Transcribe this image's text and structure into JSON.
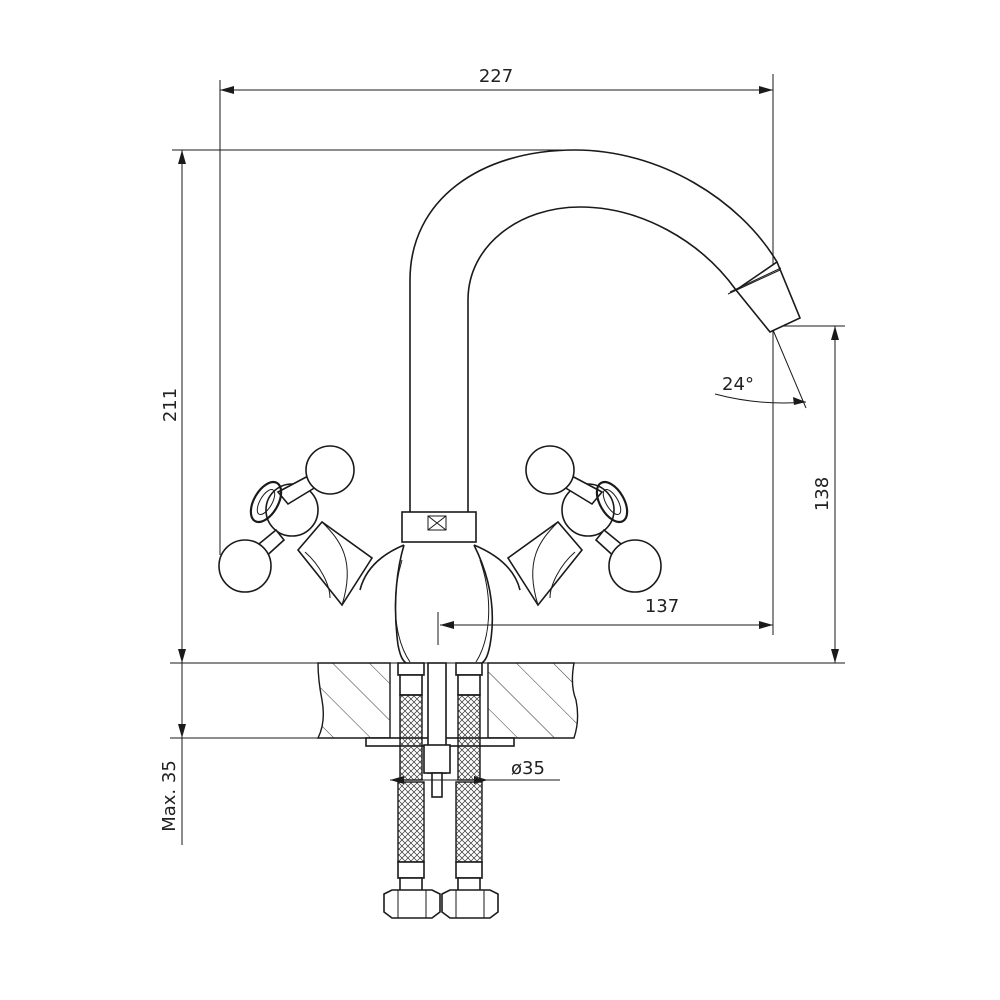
{
  "dimensions": {
    "width_total": "227",
    "height_total": "211",
    "spout_height": "138",
    "spout_reach": "137",
    "angle": "24°",
    "hole_diameter": "ø35",
    "max_thickness": "Max. 35"
  },
  "colors": {
    "line": "#1a1a1a",
    "background": "#ffffff"
  }
}
